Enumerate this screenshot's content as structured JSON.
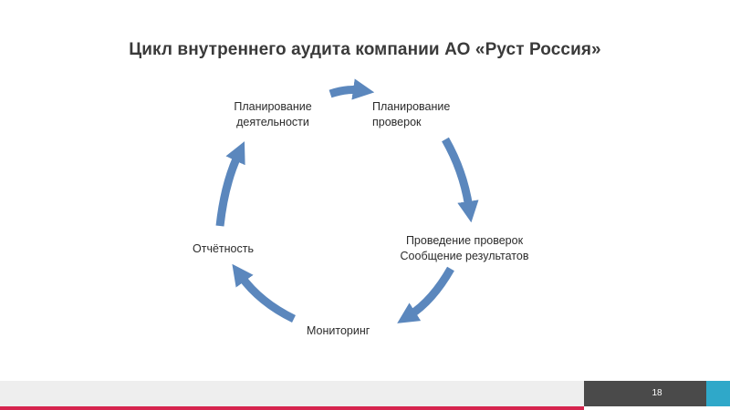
{
  "slide": {
    "title": "Цикл внутреннего аудита компании АО «Руст Россия»",
    "page_number": "18"
  },
  "cycle": {
    "arrow_color": "#5b87bd",
    "steps": [
      {
        "lines": [
          "Планирование",
          "деятельности"
        ]
      },
      {
        "lines": [
          "Планирование",
          "проверок"
        ]
      },
      {
        "lines": [
          "Проведение проверок",
          "Сообщение результатов"
        ]
      },
      {
        "lines": [
          "Мониторинг"
        ]
      },
      {
        "lines": [
          "Отчётность"
        ]
      }
    ]
  },
  "colors": {
    "footer_bar": "#eeeeee",
    "footer_accent_line": "#d6244e",
    "page_box": "#4a4a4a",
    "page_box_accent": "#2fa8c9"
  }
}
